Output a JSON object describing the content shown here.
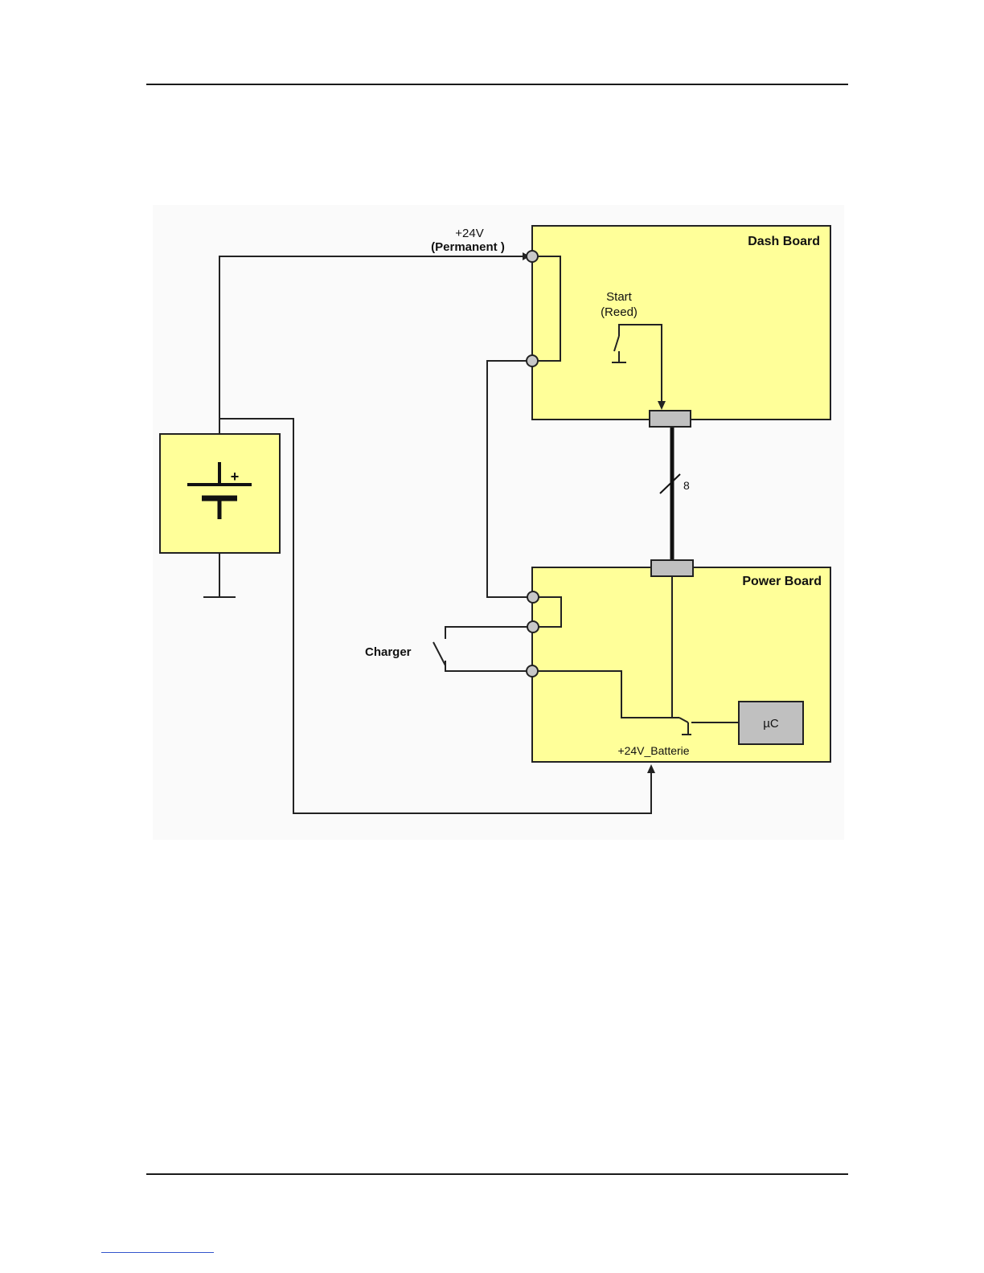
{
  "page": {
    "header_rule": true,
    "footer_rule": true
  },
  "diagram": {
    "dash_board": {
      "label": "Dash Board"
    },
    "power_board": {
      "label": "Power Board"
    },
    "supply": {
      "voltage_label": "+24V",
      "permanent_label": "(Permanent )"
    },
    "start_switch": {
      "label_line1": "Start",
      "label_line2": "(Reed)"
    },
    "bus": {
      "width_label": "8"
    },
    "charger": {
      "label": "Charger"
    },
    "battery_rail": {
      "label": "+24V_Batterie"
    },
    "microcontroller": {
      "label": "µC"
    },
    "battery": {
      "polarity_label": "+"
    }
  },
  "colors": {
    "board_fill": "#ffff99",
    "connector_fill": "#c0c0c0",
    "wire": "#222222",
    "frame_bg": "#fafafa"
  }
}
